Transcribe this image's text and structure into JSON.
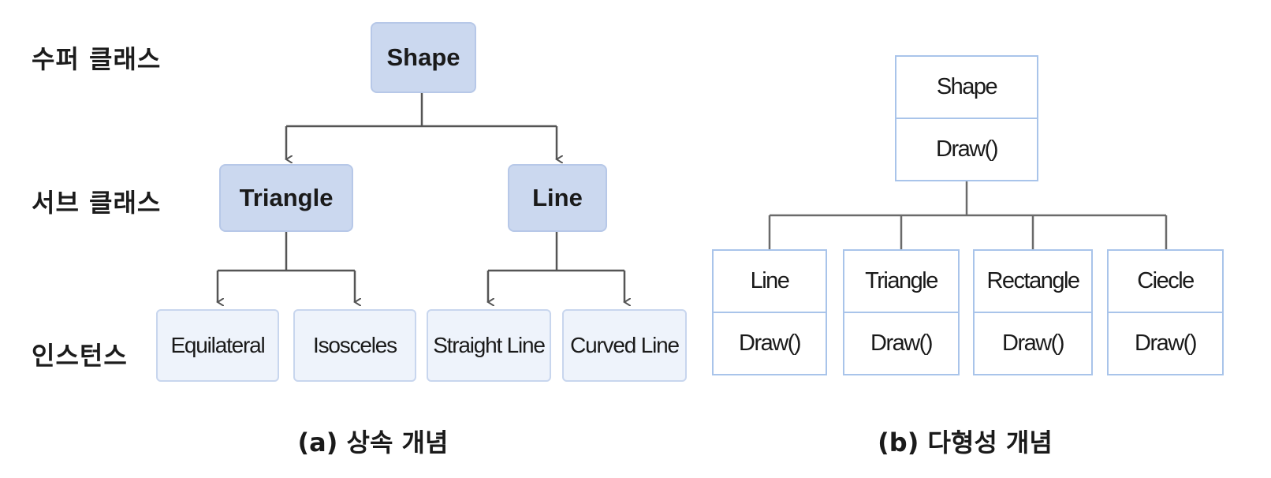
{
  "inheritance": {
    "row_labels": {
      "super": "수퍼 클래스",
      "sub": "서브 클래스",
      "instance": "인스턴스"
    },
    "super_class": "Shape",
    "sub_classes": [
      "Triangle",
      "Line"
    ],
    "instances": [
      "Equilateral",
      "Isosceles",
      "Straight Line",
      "Curved Line"
    ],
    "caption": "(a) 상속 개념"
  },
  "polymorphism": {
    "base": {
      "name": "Shape",
      "method": "Draw()"
    },
    "derived": [
      {
        "name": "Line",
        "method": "Draw()"
      },
      {
        "name": "Triangle",
        "method": "Draw()"
      },
      {
        "name": "Rectangle",
        "method": "Draw()"
      },
      {
        "name": "Ciecle",
        "method": "Draw()"
      }
    ],
    "caption": "(b) 다형성 개념"
  },
  "colors": {
    "class_fill": "#cbd8ef",
    "instance_fill": "#eef3fb",
    "uml_border": "#a9c4ea",
    "connector": "#555555"
  }
}
